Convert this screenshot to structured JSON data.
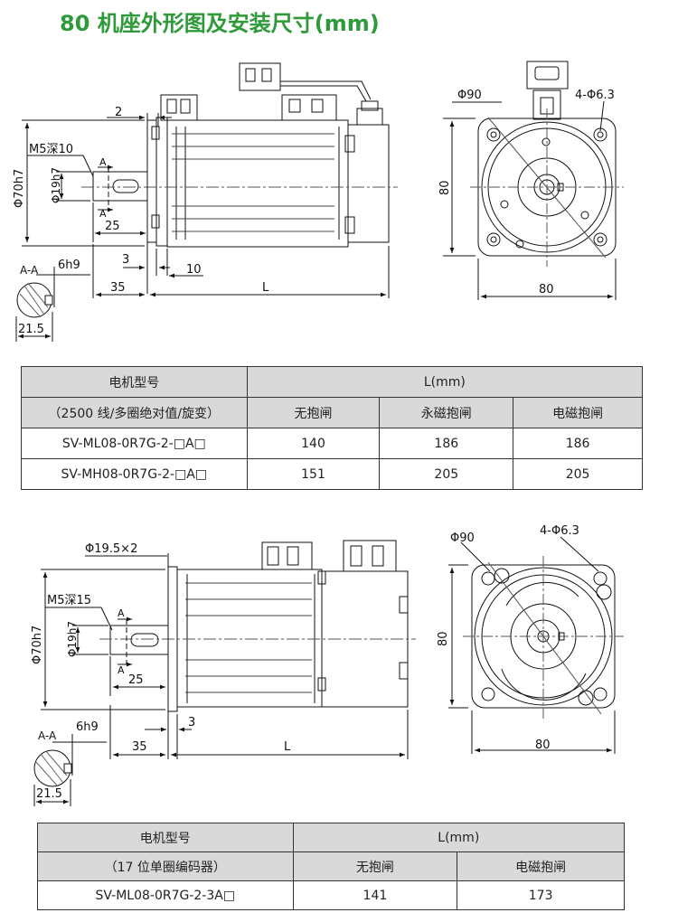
{
  "title": "80 机座外形图及安装尺寸(mm)",
  "drawing1": {
    "side": {
      "dim_2": "2",
      "m5": "M5深10",
      "phi70": "Φ70h7",
      "phi19": "Φ19h7",
      "section_a_top": "A",
      "section_a_bot": "A",
      "dim_25": "25",
      "dim_3": "3",
      "dim_10": "10",
      "dim_35": "35",
      "dim_L": "L"
    },
    "section": {
      "title": "A-A",
      "key": "6h9",
      "depth": "21.5"
    },
    "front": {
      "phi90": "Φ90",
      "holes": "4-Φ6.3",
      "height": "80",
      "width": "80"
    }
  },
  "table1": {
    "header_model": "电机型号",
    "header_sub": "（2500 线/多圈绝对值/旋变）",
    "header_L": "L(mm)",
    "cols": [
      "无抱闸",
      "永磁抱闸",
      "电磁抱闸"
    ],
    "rows": [
      {
        "model": "SV-ML08-0R7G-2-□A□",
        "values": [
          "140",
          "186",
          "186"
        ]
      },
      {
        "model": "SV-MH08-0R7G-2-□A□",
        "values": [
          "151",
          "205",
          "205"
        ]
      }
    ]
  },
  "drawing2": {
    "side": {
      "phi195": "Φ19.5×2",
      "m5": "M5深15",
      "phi70": "Φ70h7",
      "phi19": "Φ19h7",
      "section_a_top": "A",
      "section_a_bot": "A",
      "dim_25": "25",
      "dim_3": "3",
      "dim_35": "35",
      "dim_L": "L"
    },
    "section": {
      "title": "A-A",
      "key": "6h9",
      "depth": "21.5"
    },
    "front": {
      "phi90": "Φ90",
      "holes": "4-Φ6.3",
      "height": "80",
      "width": "80"
    }
  },
  "table2": {
    "header_model": "电机型号",
    "header_sub": "（17 位单圈编码器）",
    "header_L": "L(mm)",
    "cols": [
      "无抱闸",
      "电磁抱闸"
    ],
    "rows": [
      {
        "model": "SV-ML08-0R7G-2-3A□",
        "values": [
          "141",
          "173"
        ]
      }
    ]
  }
}
